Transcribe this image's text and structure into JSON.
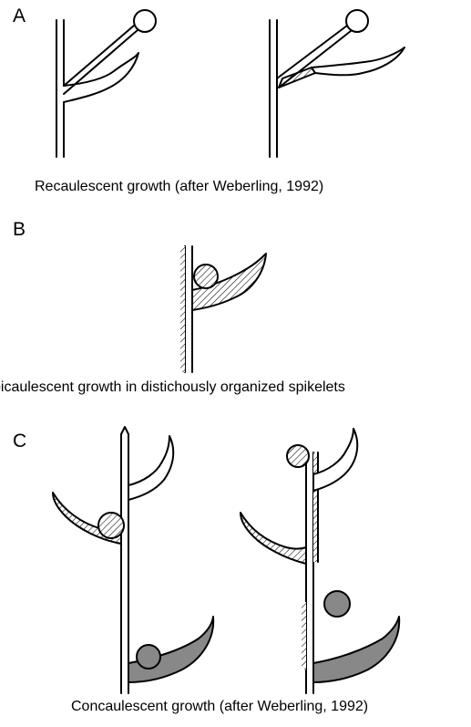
{
  "panels": [
    {
      "letter": "A",
      "caption": "Recaulescent growth (after Weberling, 1992)"
    },
    {
      "letter": "B",
      "caption": "picaulescent growth in distichously organized spikelets"
    },
    {
      "letter": "C",
      "caption": "Concaulescent growth (after Weberling, 1992)"
    }
  ],
  "colors": {
    "stroke": "#000000",
    "grey_fill": "#888888",
    "white_fill": "#ffffff"
  }
}
